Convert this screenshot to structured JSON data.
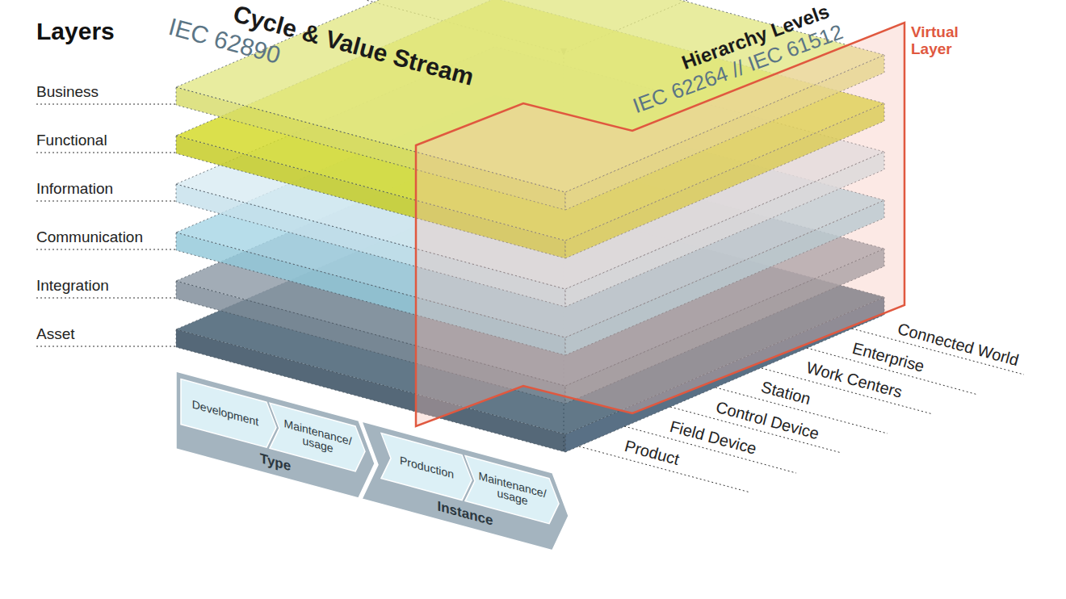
{
  "diagram": {
    "nodes": [
      {
        "text": [
          "Type"
        ]
      },
      {
        "text": [
          "Development"
        ],
        "in": 0
      },
      {
        "text": [
          "Maintenance/ usage"
        ],
        "in": 0
      },
      {
        "text": [
          "Instance"
        ]
      },
      {
        "text": [
          "Production"
        ],
        "in": 3
      },
      {
        "text": [
          "Maintenance/ usage"
        ],
        "in": 3
      }
    ],
    "labels": [
      "Layers",
      "Cycle & Value Stream",
      "IEC 62890",
      "Hierarchy Levels",
      "IEC 62264 // IEC 61512",
      "Virtual Layer",
      "Business",
      "Functional",
      "Information",
      "Communication",
      "Integration",
      "Asset",
      "Connected World",
      "Enterprise",
      "Work Centers",
      "Station",
      "Control Device",
      "Field Device",
      "Product"
    ]
  }
}
